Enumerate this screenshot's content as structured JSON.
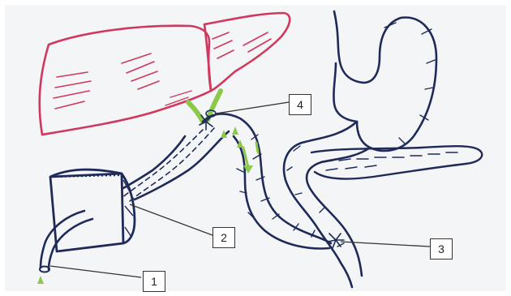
{
  "labels": {
    "one": "1",
    "two": "2",
    "three": "3",
    "four": "4"
  },
  "colors": {
    "liver": "#d0385d",
    "navy": "#1f2a59",
    "green": "#8cc84a",
    "background": "#f4f5f6",
    "label_border": "#333333"
  }
}
